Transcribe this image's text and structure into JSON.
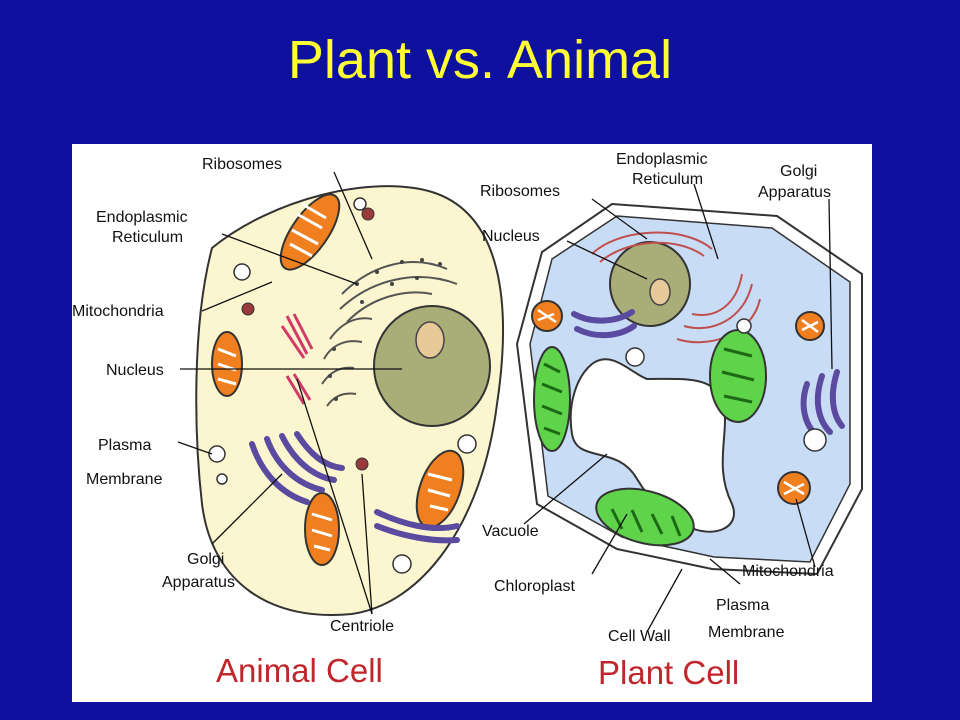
{
  "slide": {
    "title": "Plant vs. Animal"
  },
  "animal_cell": {
    "caption": "Animal Cell",
    "labels": {
      "ribosomes": "Ribosomes",
      "er_line1": "Endoplasmic",
      "er_line2": "Reticulum",
      "mitochondria": "Mitochondria",
      "nucleus": "Nucleus",
      "plasma_line1": "Plasma",
      "plasma_line2": "Membrane",
      "golgi_line1": "Golgi",
      "golgi_line2": "Apparatus",
      "centriole": "Centriole"
    }
  },
  "plant_cell": {
    "caption": "Plant Cell",
    "labels": {
      "er_line1": "Endoplasmic",
      "er_line2": "Reticulum",
      "ribosomes": "Ribosomes",
      "nucleus": "Nucleus",
      "golgi_line1": "Golgi",
      "golgi_line2": "Apparatus",
      "vacuole": "Vacuole",
      "chloroplast": "Chloroplast",
      "mitochondria": "Mitochondria",
      "plasma_line1": "Plasma",
      "plasma_line2": "Membrane",
      "cell_wall": "Cell Wall"
    }
  },
  "colors": {
    "background": "#0d119e",
    "title": "#ffff33",
    "animal_cytoplasm": "#fbf6cf",
    "plant_cytoplasm": "#c9dcf5",
    "nucleus": "#a9ad78",
    "mitochondria": "#f07f1f",
    "golgi": "#5a4aa0",
    "chloroplast": "#5fd34a",
    "caption": "#c0262b"
  }
}
